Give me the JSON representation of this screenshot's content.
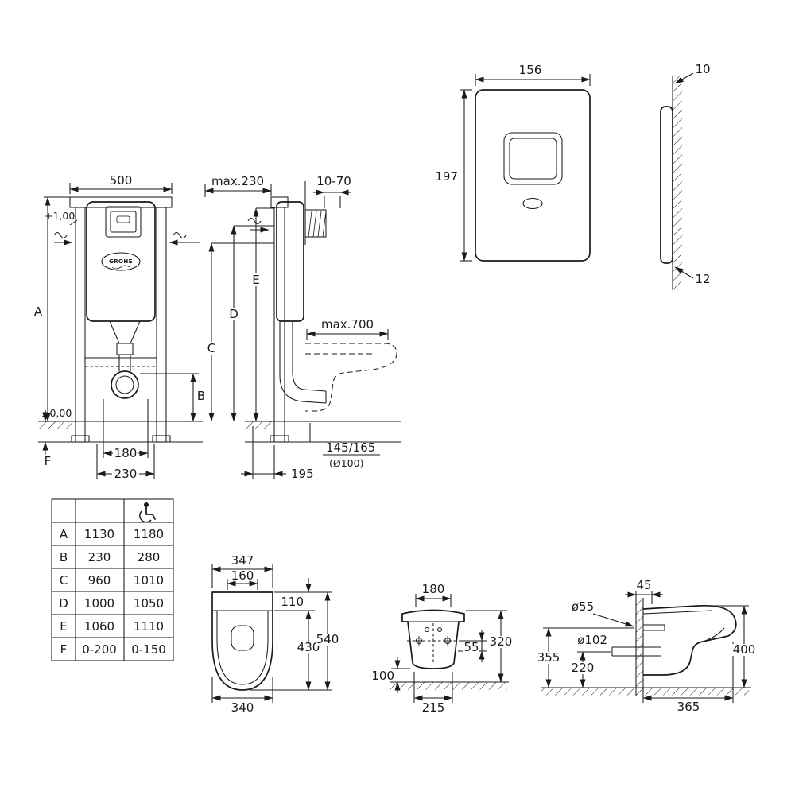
{
  "frame_front": {
    "dim_width": "500",
    "level_top": "+1,00",
    "level_zero": "±0,00",
    "dim_a": "A",
    "dim_b": "B",
    "dim_f": "F",
    "dim_180": "180",
    "dim_230": "230",
    "brand": "GROHE"
  },
  "frame_side": {
    "dim_wall": "max.230",
    "dim_rod": "10-70",
    "dim_e": "E",
    "dim_d": "D",
    "dim_c": "C",
    "dim_hose": "max.700",
    "dim_outlet": "145/165",
    "dim_outlet_dia": "(Ø100)",
    "dim_195": "195"
  },
  "plate_front": {
    "dim_width": "156",
    "dim_height": "197"
  },
  "plate_side": {
    "dim_top": "10",
    "dim_bottom": "12"
  },
  "size_table": {
    "header_icon": "wheelchair-icon",
    "rows": [
      {
        "label": "A",
        "standard": "1130",
        "accessible": "1180"
      },
      {
        "label": "B",
        "standard": "230",
        "accessible": "280"
      },
      {
        "label": "C",
        "standard": "960",
        "accessible": "1010"
      },
      {
        "label": "D",
        "standard": "1000",
        "accessible": "1050"
      },
      {
        "label": "E",
        "standard": "1060",
        "accessible": "1110"
      },
      {
        "label": "F",
        "standard": "0-200",
        "accessible": "0-150"
      }
    ]
  },
  "wc_top": {
    "dim_347": "347",
    "dim_160": "160",
    "dim_110": "110",
    "dim_430": "430",
    "dim_540": "540",
    "dim_340": "340"
  },
  "wc_front": {
    "dim_180": "180",
    "dim_55": "55",
    "dim_320": "320",
    "dim_100": "100",
    "dim_215": "215"
  },
  "wc_side": {
    "dim_o55": "ø55",
    "dim_45": "45",
    "dim_o102": "ø102",
    "dim_355": "355",
    "dim_220": "220",
    "dim_365": "365",
    "dim_400": "400"
  }
}
